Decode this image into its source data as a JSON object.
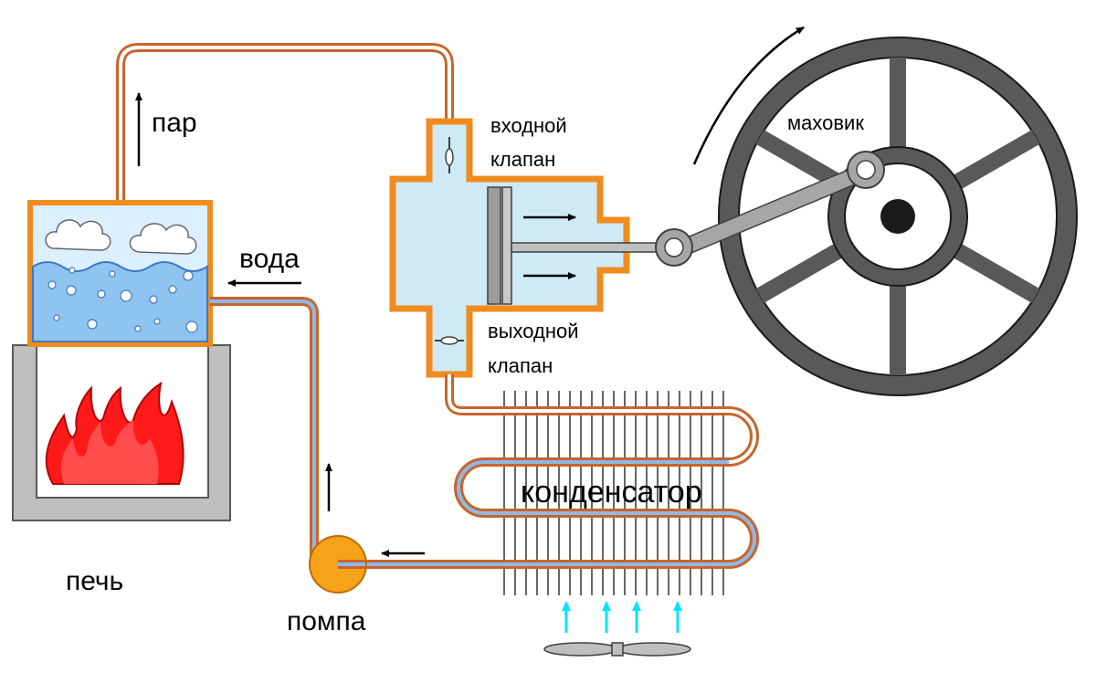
{
  "labels": {
    "steam": "пар",
    "water": "вода",
    "inlet_valve_line1": "входной",
    "inlet_valve_line2": "клапан",
    "outlet_valve_line1": "выходной",
    "outlet_valve_line2": "клапан",
    "flywheel": "маховик",
    "condenser": "конденсатор",
    "pump": "помпа",
    "furnace": "печь"
  },
  "colors": {
    "pipe_copper": "#c8642a",
    "pipe_steam_inner": "#ffffff",
    "pipe_water_inner": "#8fb8e8",
    "boiler_frame": "#f08c1e",
    "water": "#8fc3f0",
    "cylinder_fill": "#cdeaf5",
    "flame": "#ff1a1a",
    "furnace": "#bfbfbf",
    "flywheel": "#595959",
    "fan_arrow": "#00e5ff",
    "pump": "#f7a21b"
  },
  "icons": [
    "flame-icon",
    "fan-icon",
    "rotation-arrow-icon"
  ]
}
